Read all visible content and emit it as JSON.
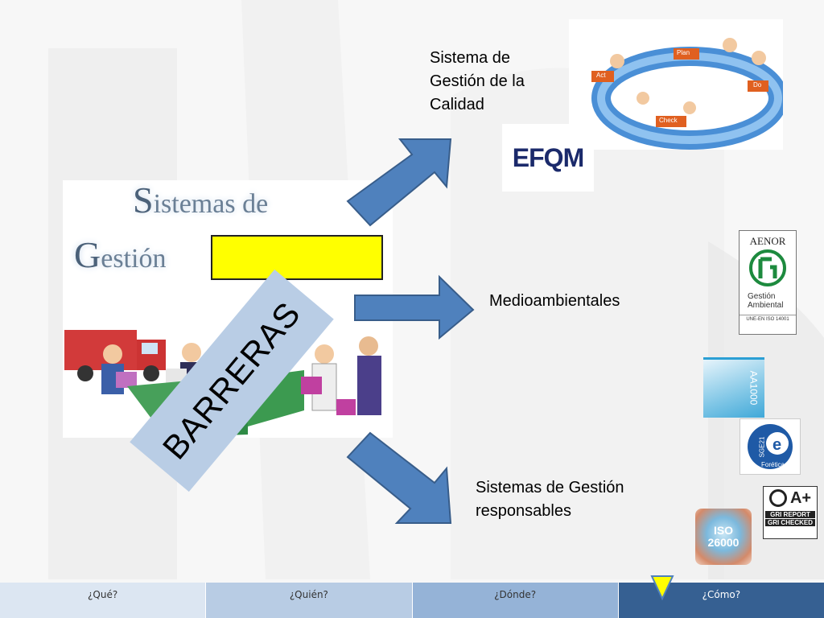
{
  "slide": {
    "title_part1": "Sistemas de",
    "title_part2": "Gestión",
    "title_cap1": "S",
    "title_rest1": "istemas de",
    "title_cap2": "G",
    "title_rest2": "estión",
    "barreras": "BARRERAS",
    "labels": {
      "calidad_line1": "Sistema de",
      "calidad_line2": "Gestión de la",
      "calidad_line3": "Calidad",
      "medio": "Medioambientales",
      "resp_line1": "Sistemas de Gestión",
      "resp_line2": "responsables"
    },
    "logos": {
      "efqm": "EFQM",
      "aenor": "AENOR",
      "aenor_sub1": "Gestión",
      "aenor_sub2": "Ambiental",
      "aenor_iso": "UNE-EN ISO 14001",
      "aa1000": "AA1000",
      "sge21": "SGE21",
      "sge21_brand": "Forética",
      "gri_grade": "A+",
      "gri_line1": "GRI REPORT",
      "gri_line2": "GRI CHECKED",
      "iso_line1": "ISO",
      "iso_line2": "26000"
    },
    "pdca": {
      "plan": "Plan",
      "do": "Do",
      "check": "Check",
      "act": "Act"
    }
  },
  "nav": {
    "tabs": [
      "¿Qué?",
      "¿Quién?",
      "¿Dónde?",
      "¿Cómo?"
    ],
    "active": 3
  },
  "colors": {
    "arrow": "#4f81bd",
    "highlight": "#ffff00",
    "barreras_bg": "#b9cde5",
    "marker": "#ffff00"
  }
}
